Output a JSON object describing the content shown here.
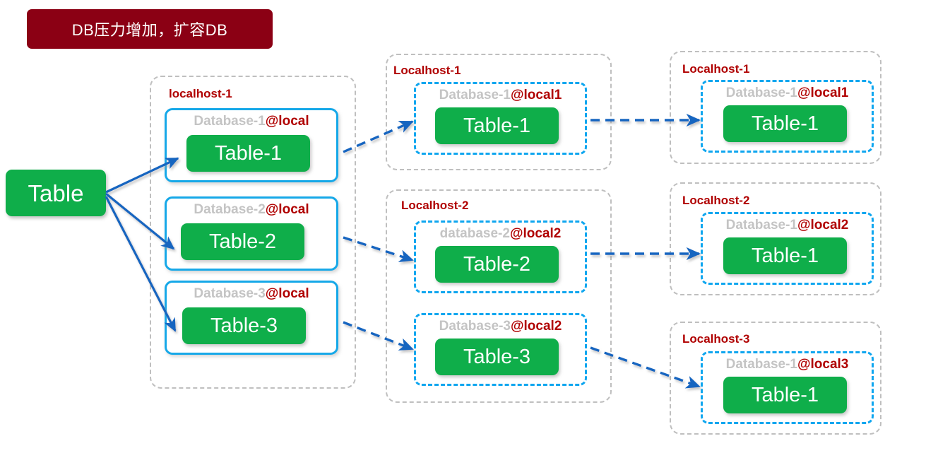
{
  "banner": {
    "text": "DB压力增加，扩容DB",
    "bg_color": "#8B0014",
    "text_color": "#FFFFFF"
  },
  "source": {
    "label": "Table",
    "color": "#0FAE4A"
  },
  "colors": {
    "green_pill": "#0FAE4A",
    "solid_db_border": "#16A8E8",
    "dashed_db_border": "#0FA6EF",
    "host_border": "#BFBFBF",
    "host_label": "#B00000",
    "db_name": "#C4C4C4",
    "db_host_suffix": "#B00000",
    "arrow_solid": "#1565C0",
    "arrow_dashed": "#1565C0"
  },
  "columns": [
    {
      "id": "stage-1",
      "hosts": [
        {
          "label": "localhost-1",
          "style": "solid",
          "databases": [
            {
              "name": "Database-1",
              "host_suffix": "@local",
              "table": "Table-1"
            },
            {
              "name": "Database-2",
              "host_suffix": "@local",
              "table": "Table-2"
            },
            {
              "name": "Database-3",
              "host_suffix": "@local",
              "table": "Table-3"
            }
          ]
        }
      ]
    },
    {
      "id": "stage-2",
      "hosts": [
        {
          "label": "Localhost-1",
          "style": "dashed",
          "databases": [
            {
              "name": "Database-1",
              "host_suffix": "@local1",
              "table": "Table-1"
            }
          ]
        },
        {
          "label": "Localhost-2",
          "style": "dashed",
          "databases": [
            {
              "name": "database-2",
              "host_suffix": "@local2",
              "table": "Table-2"
            },
            {
              "name": "Database-3",
              "host_suffix": "@local2",
              "table": "Table-3"
            }
          ]
        }
      ]
    },
    {
      "id": "stage-3",
      "hosts": [
        {
          "label": "Localhost-1",
          "style": "dashed",
          "databases": [
            {
              "name": "Database-1",
              "host_suffix": "@local1",
              "table": "Table-1"
            }
          ]
        },
        {
          "label": "Localhost-2",
          "style": "dashed",
          "databases": [
            {
              "name": "Database-1",
              "host_suffix": "@local2",
              "table": "Table-1"
            }
          ]
        },
        {
          "label": "Localhost-3",
          "style": "dashed",
          "databases": [
            {
              "name": "Database-1",
              "host_suffix": "@local3",
              "table": "Table-1"
            }
          ]
        }
      ]
    }
  ]
}
